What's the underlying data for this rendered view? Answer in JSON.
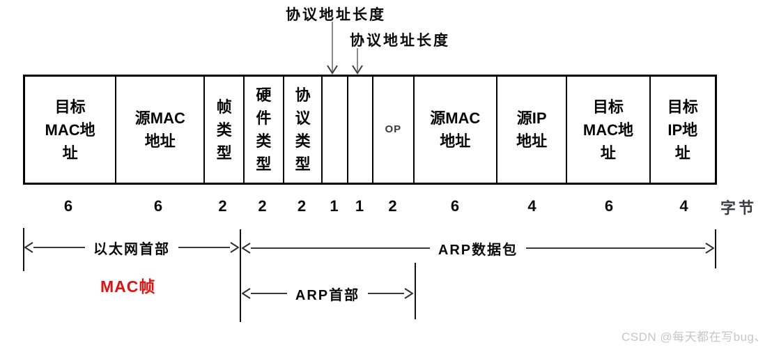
{
  "diagram_title": "Ethernet frame / ARP packet structure",
  "top_annotations": {
    "label1": "协议地址长度",
    "label2": "协议地址长度"
  },
  "table": {
    "fields": [
      {
        "label": "目标\nMAC地\n址",
        "bytes": "6"
      },
      {
        "label": "源MAC\n地址",
        "bytes": "6"
      },
      {
        "label": "帧\n类\n型",
        "bytes": "2"
      },
      {
        "label": "硬\n件\n类\n型",
        "bytes": "2"
      },
      {
        "label": "协\n议\n类\n型",
        "bytes": "2"
      },
      {
        "label": "",
        "bytes": "1"
      },
      {
        "label": "",
        "bytes": "1"
      },
      {
        "label": "OP",
        "bytes": "2"
      },
      {
        "label": "源MAC\n地址",
        "bytes": "6"
      },
      {
        "label": "源IP\n地址",
        "bytes": "4"
      },
      {
        "label": "目标\nMAC地\n址",
        "bytes": "6"
      },
      {
        "label": "目标\nIP地\n址",
        "bytes": "4"
      }
    ],
    "unit_label": "字节"
  },
  "annotations": {
    "ethernet_header": "以太网首部",
    "arp_packet": "ARP数据包",
    "arp_header": "ARP首部",
    "mac_frame": "MAC帧"
  },
  "watermark": "CSDN @每天都在写bug、",
  "colors": {
    "mac_frame_red": "#e40f0f",
    "watermark_gray": "#c6c6c6",
    "line_black": "#000000"
  }
}
